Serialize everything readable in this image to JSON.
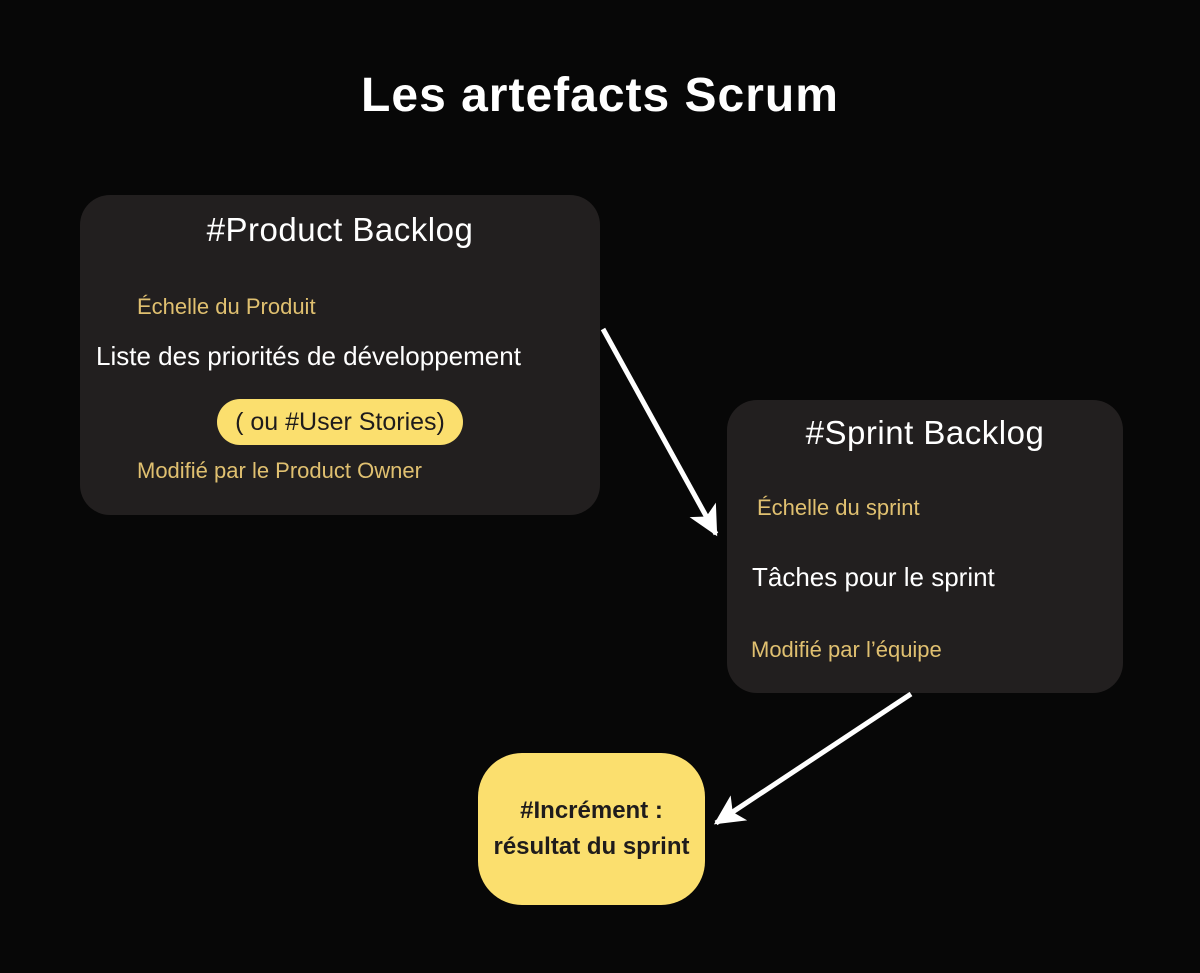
{
  "title": "Les artefacts Scrum",
  "colors": {
    "background": "#070707",
    "surface": "#221f1f",
    "gold": "#e0c070",
    "yellow": "#fbdf6e",
    "white": "#ffffff",
    "ink": "#1f1c1c",
    "arrow": "#ffffff"
  },
  "product_backlog": {
    "title": "#Product Backlog",
    "scale_label": "Échelle du Produit",
    "description": "Liste des priorités de développement",
    "pill": "( ou #User Stories)",
    "modified_by": "Modifié par le Product Owner"
  },
  "sprint_backlog": {
    "title": "#Sprint Backlog",
    "scale_label": "Échelle du sprint",
    "description": "Tâches pour le sprint",
    "modified_by": "Modifié par l’équipe"
  },
  "increment": {
    "line1": "#Incrément :",
    "line2": "résultat du sprint"
  }
}
